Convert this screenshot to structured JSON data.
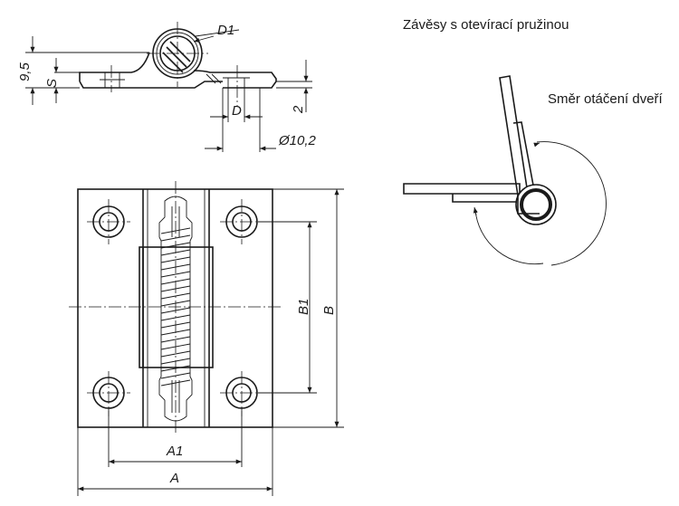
{
  "title": "Závěsy s otevírací pružinou",
  "rotation_label": "Směr otáčení dveří",
  "dimensions": {
    "d1": "D1",
    "h95": "9,5",
    "s": "S",
    "two": "2",
    "d": "D",
    "dia102": "Ø10,2",
    "b1": "B1",
    "b": "B",
    "a1": "A1",
    "a": "A"
  }
}
